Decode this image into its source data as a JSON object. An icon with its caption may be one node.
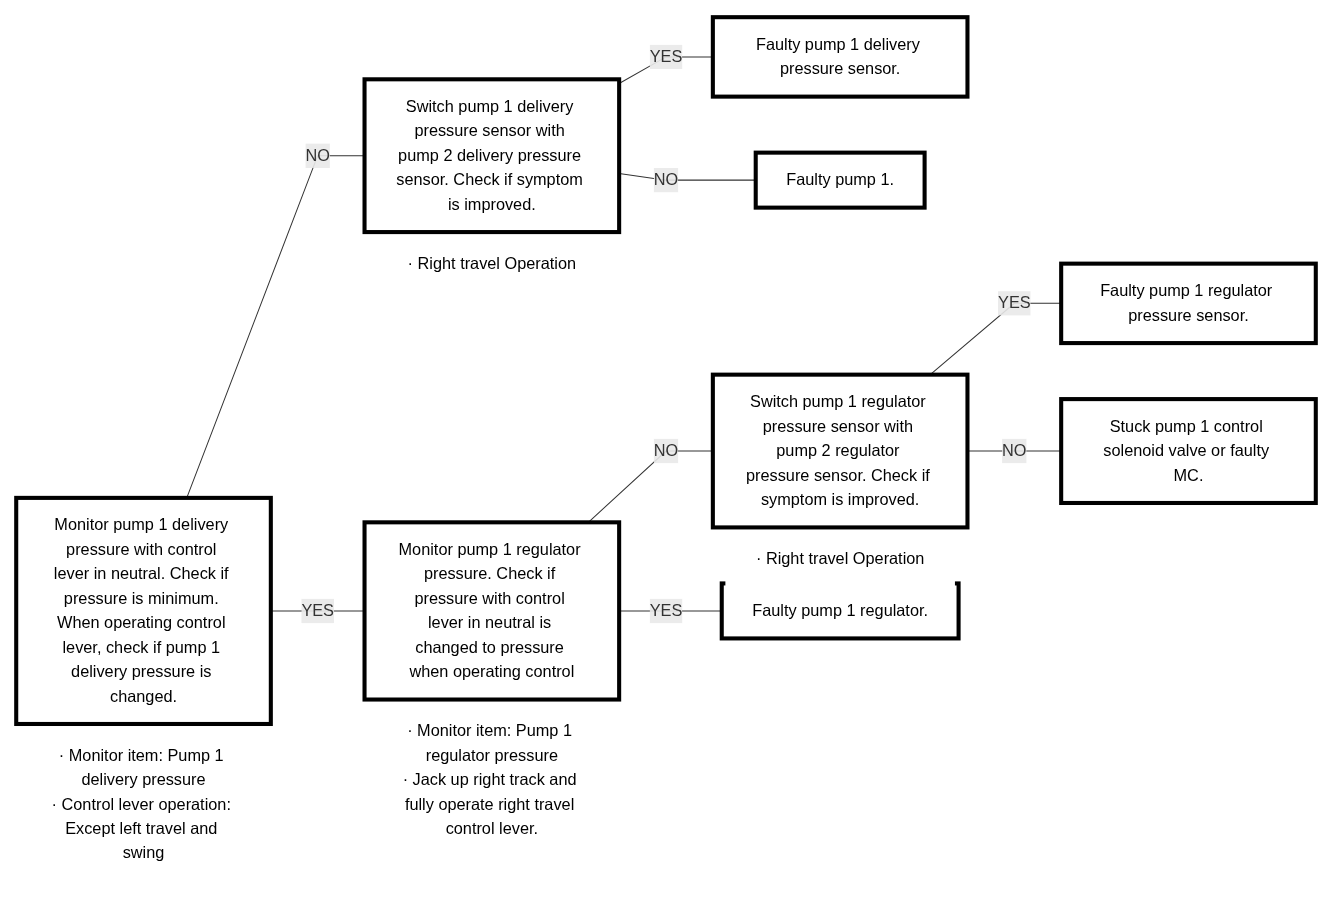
{
  "diagram": {
    "nodes": [
      {
        "text": [
          "Monitor pump 1 delivery pressure with control lever in neutral. Check if pressure is minimum. When operating control lever, check if pump 1 delivery pressure is changed."
        ],
        "beside": [
          "· Monitor item: Pump 1 delivery pressure",
          "· Control lever operation: Except left travel and swing"
        ]
      },
      {
        "text": [
          "Switch pump 1 delivery pressure sensor with pump 2 delivery pressure sensor. Check if symptom is improved."
        ],
        "beside": [
          "· Right travel Operation"
        ]
      },
      {
        "text": [
          "Faulty pump 1 delivery pressure sensor."
        ]
      },
      {
        "text": [
          "Faulty pump 1."
        ]
      },
      {
        "text": [
          "Monitor pump 1 regulator pressure. Check if pressure with control lever in neutral is changed to pressure when operating control"
        ],
        "beside": [
          "· Monitor item: Pump 1 regulator pressure",
          "· Jack up right track and fully operate right travel control lever."
        ]
      },
      {
        "text": [
          "Switch pump 1 regulator pressure sensor with pump 2 regulator pressure sensor. Check if symptom is improved."
        ],
        "beside": [
          "· Right travel Operation"
        ]
      },
      {
        "text": [
          "Faulty pump 1 regulator pressure sensor."
        ]
      },
      {
        "text": [
          "Stuck pump 1 control solenoid valve or faulty MC."
        ]
      },
      {
        "text": [
          "Faulty pump 1 regulator."
        ]
      }
    ],
    "edges": [
      {
        "from": 0,
        "to": 1,
        "arrow": "none",
        "label": "NO"
      },
      {
        "from": 0,
        "to": 4,
        "arrow": "none",
        "label": "YES"
      },
      {
        "from": 1,
        "to": 2,
        "arrow": "none",
        "label": "YES"
      },
      {
        "from": 1,
        "to": 3,
        "arrow": "none",
        "label": "NO"
      },
      {
        "from": 4,
        "to": 5,
        "arrow": "none",
        "label": "NO"
      },
      {
        "from": 4,
        "to": 8,
        "arrow": "none",
        "label": "YES"
      },
      {
        "from": 5,
        "to": 6,
        "arrow": "none",
        "label": "YES"
      },
      {
        "from": 5,
        "to": 7,
        "arrow": "none",
        "label": "NO"
      }
    ]
  }
}
